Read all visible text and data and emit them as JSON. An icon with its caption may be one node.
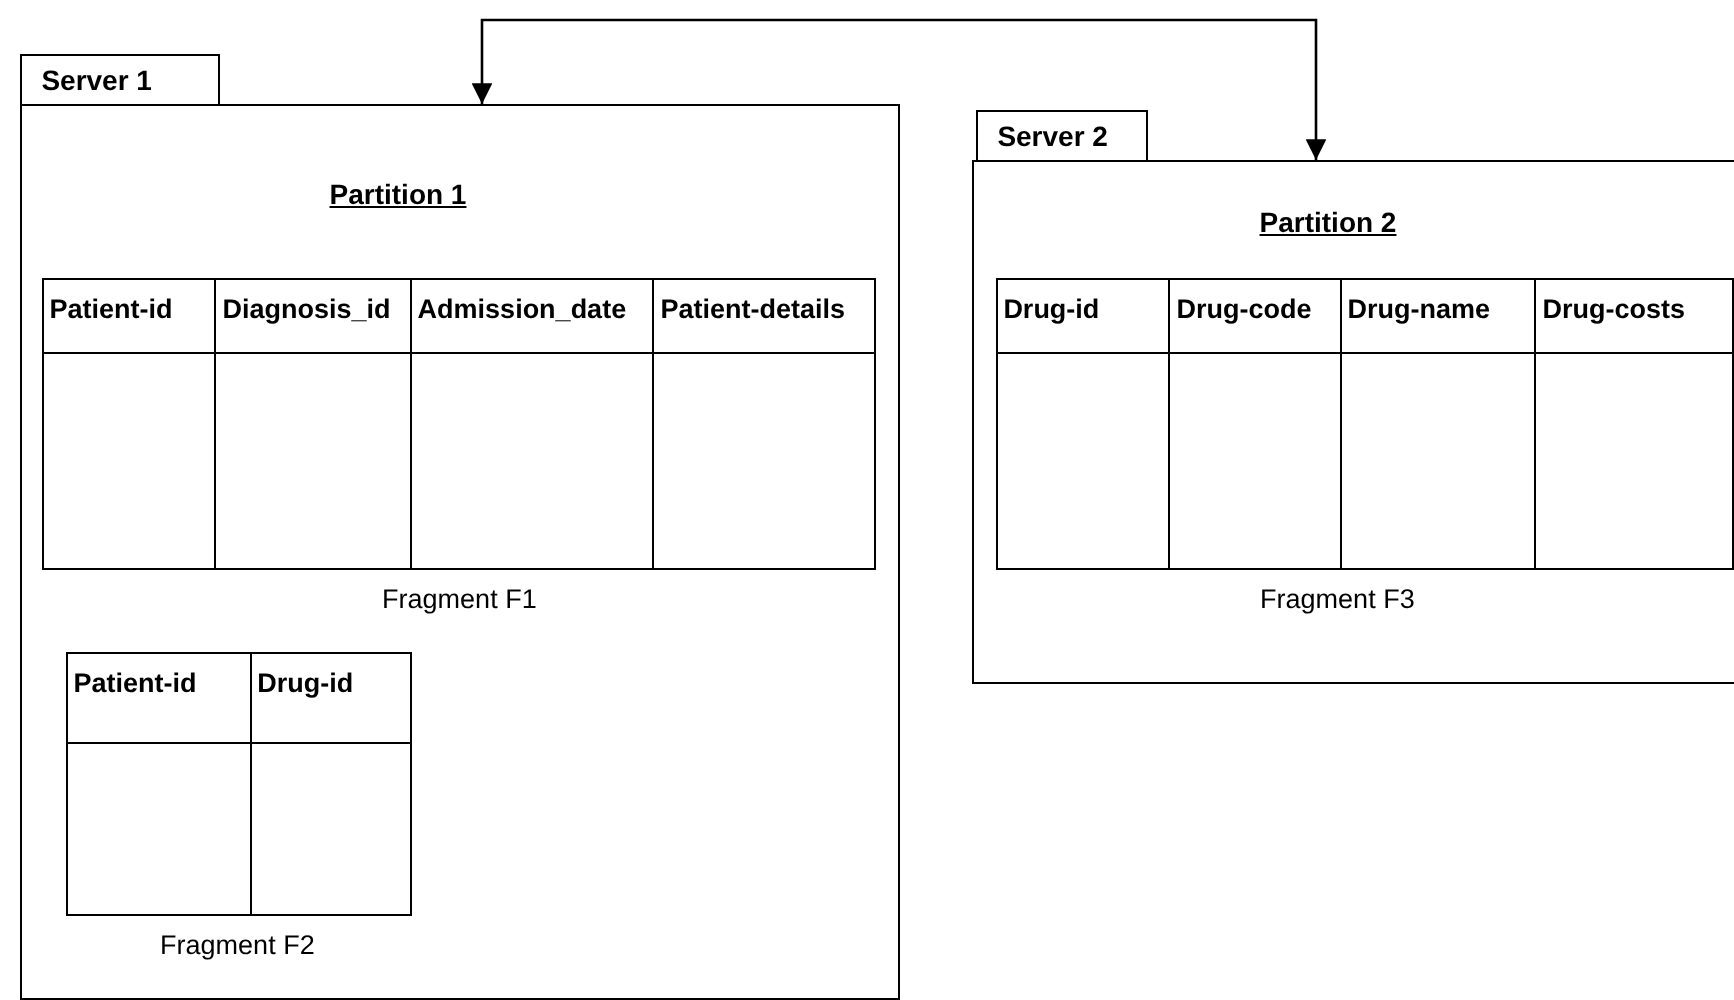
{
  "diagram": {
    "nodes": [
      {
        "text": [
          "Server 1",
          "Partition 1"
        ]
      },
      {
        "text": [
          "Patient-id",
          "Diagnosis_id",
          "Admission_date",
          "Patient-details"
        ],
        "beside": [
          "Fragment F1"
        ],
        "in": 0
      },
      {
        "text": [
          "Patient-id",
          "Drug-id"
        ],
        "beside": [
          "Fragment F2"
        ],
        "in": 0
      },
      {
        "text": [
          "Server 2",
          "Partition 2"
        ]
      },
      {
        "text": [
          "Drug-id",
          "Drug-code",
          "Drug-name",
          "Drug-costs"
        ],
        "beside": [
          "Fragment F3"
        ],
        "in": 3
      }
    ],
    "edges": [
      {
        "from": 0,
        "to": 3,
        "arrow": "both"
      }
    ]
  }
}
